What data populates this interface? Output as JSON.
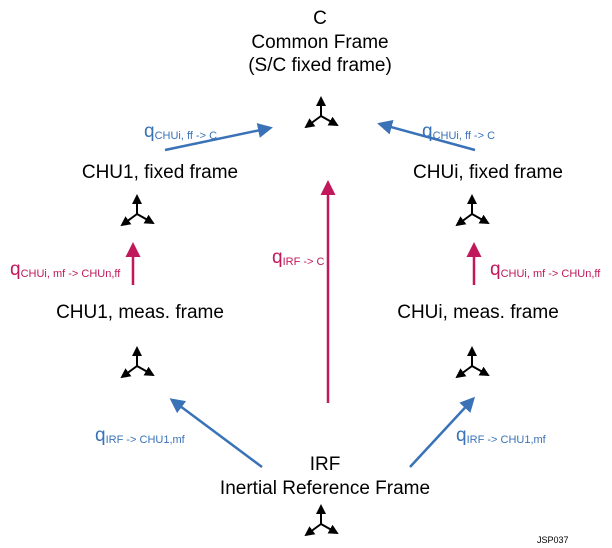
{
  "colors": {
    "black": "#000000",
    "blue": "#3a72b8",
    "magenta": "#c0185a"
  },
  "frames": {
    "common_letter": "C",
    "common_title": "Common Frame",
    "common_subtitle": "(S/C fixed frame)",
    "chu1_fixed": "CHU1, fixed frame",
    "chui_fixed": "CHUi, fixed frame",
    "chu1_meas": "CHU1, meas. frame",
    "chui_meas": "CHUi, meas. frame",
    "irf_short": "IRF",
    "irf_long": "Inertial Reference Frame"
  },
  "quaternions": {
    "q_letter": "q",
    "chu1_ff_to_c": "CHUi, ff -> C",
    "chui_ff_to_c": "CHUi, ff -> C",
    "chu1_mf_to_ff": "CHUi, mf -> CHUn,ff",
    "chui_mf_to_ff": "CHUi, mf -> CHUn,ff",
    "irf_to_c": "IRF -> C",
    "irf_to_chu1_left": "IRF -> CHU1,mf",
    "irf_to_chu1_right": "IRF -> CHU1,mf"
  },
  "figure_code": "JSP037",
  "icons": [
    "axes-triad-icon"
  ]
}
